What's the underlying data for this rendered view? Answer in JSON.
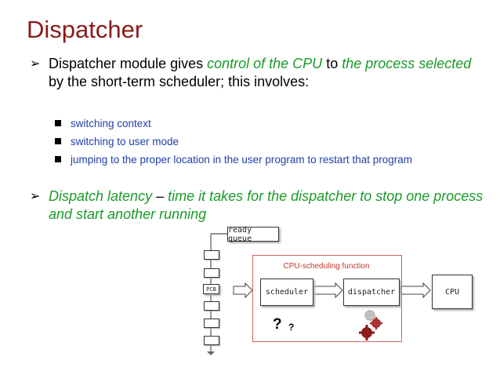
{
  "slide": {
    "title": "Dispatcher",
    "bullet1": {
      "t1": "Dispatcher module gives ",
      "t2": "control of the CPU",
      "t3": " to ",
      "t4": "the process selected",
      "t5": " by the short-term scheduler; this involves:"
    },
    "subs": [
      "switching context",
      "switching to user mode",
      "jumping to the proper location in the user program to restart that program"
    ],
    "bullet2": {
      "t1": "Dispatch latency",
      "t2": " – ",
      "t3": "time it takes for the dispatcher to stop one process and start another running"
    }
  },
  "diagram": {
    "ready_queue": "ready queue",
    "pcb_label": "PCB",
    "function_label": "CPU-scheduling function",
    "scheduler": "scheduler",
    "dispatcher": "dispatcher",
    "cpu": "CPU",
    "q_big": "?",
    "q_small": "?",
    "colors": {
      "title": "#8b1a1a",
      "green": "#1a9a2a",
      "sub": "#1f3fa8",
      "accent": "#c0392b"
    }
  }
}
